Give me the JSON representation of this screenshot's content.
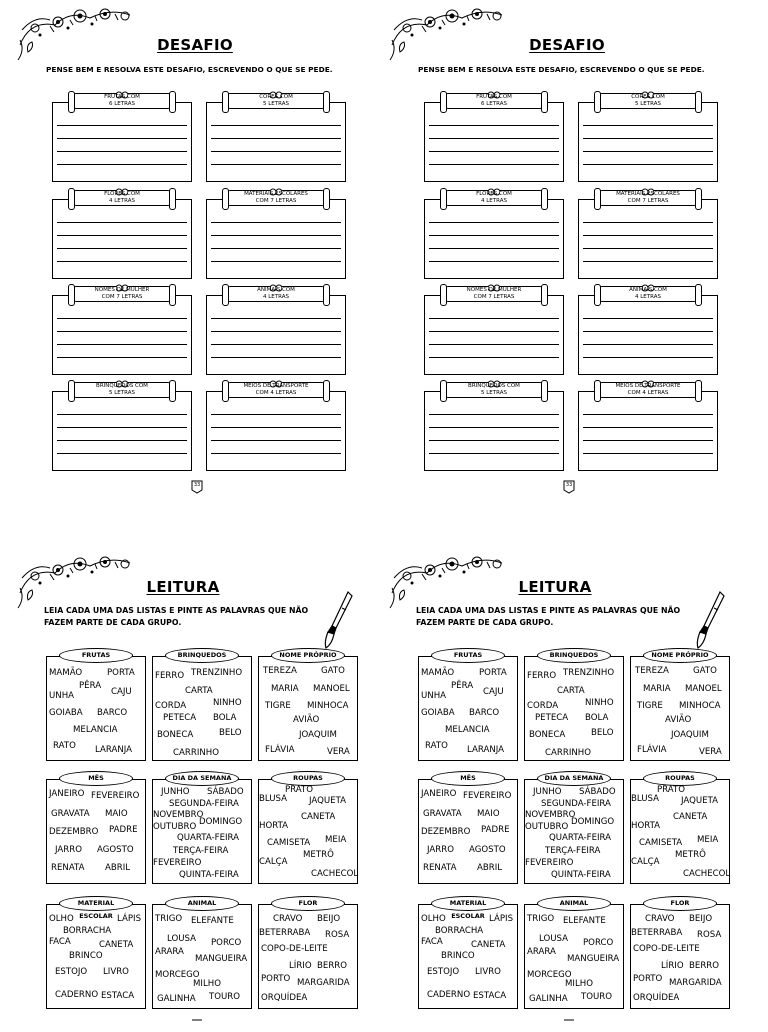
{
  "desafio": {
    "title": "DESAFIO",
    "instruction": "PENSE BEM E RESOLVA ESTE DESAFIO, ESCREVENDO O QUE SE PEDE.",
    "cards": [
      {
        "line1": "FRUTAS COM",
        "line2": "6 LETRAS"
      },
      {
        "line1": "CORES COM",
        "line2": "5 LETRAS"
      },
      {
        "line1": "FLORES COM",
        "line2": "4 LETRAS"
      },
      {
        "line1": "MATERIAIS ESCOLARES",
        "line2": "COM 7 LETRAS"
      },
      {
        "line1": "NOMES DE MULHER",
        "line2": "COM 7 LETRAS"
      },
      {
        "line1": "ANIMAIS COM",
        "line2": "4 LETRAS"
      },
      {
        "line1": "BRINQUEDOS COM",
        "line2": "5 LETRAS"
      },
      {
        "line1": "MEIOS DE TRANSPORTE",
        "line2": "COM 4 LETRAS"
      }
    ],
    "page_number": "33"
  },
  "leitura": {
    "title": "LEITURA",
    "instruction_line1": "LEIA CADA UMA DAS LISTAS E PINTE AS PALAVRAS QUE NÃO",
    "instruction_line2": "FAZEM PARTE DE CADA GRUPO.",
    "boxes": [
      {
        "label": "FRUTAS",
        "words": [
          "MAMÃO",
          "PORTA",
          "PÊRA",
          "CAJU",
          "UNHA",
          "GOIABA",
          "BARCO",
          "MELANCIA",
          "RATO",
          "LARANJA"
        ]
      },
      {
        "label": "BRINQUEDOS",
        "words": [
          "FERRO",
          "TRENZINHO",
          "CARTA",
          "CORDA",
          "NINHO",
          "PETECA",
          "BOLA",
          "BONECA",
          "BELO",
          "CARRINHO"
        ]
      },
      {
        "label": "NOME PRÓPRIO",
        "words": [
          "TEREZA",
          "GATO",
          "MARIA",
          "MANOEL",
          "TIGRE",
          "MINHOCA",
          "AVIÃO",
          "JOAQUIM",
          "FLÁVIA",
          "VERA"
        ]
      },
      {
        "label": "MÊS",
        "words": [
          "JANEIRO",
          "FEVEREIRO",
          "GRAVATA",
          "MAIO",
          "DEZEMBRO",
          "PADRE",
          "JARRO",
          "AGOSTO",
          "RENATA",
          "ABRIL"
        ]
      },
      {
        "label": "DIA DA SEMANA",
        "words": [
          "JUNHO",
          "SÁBADO",
          "SEGUNDA-FEIRA",
          "NOVEMBRO",
          "OUTUBRO",
          "DOMINGO",
          "QUARTA-FEIRA",
          "TERÇA-FEIRA",
          "FEVEREIRO",
          "QUINTA-FEIRA"
        ]
      },
      {
        "label": "ROUPAS",
        "words": [
          "PRATO",
          "BLUSA",
          "JAQUETA",
          "CANETA",
          "HORTA",
          "CAMISETA",
          "MEIA",
          "METRÔ",
          "CALÇA",
          "CACHECOL"
        ]
      },
      {
        "label": "MATERIAL ESCOLAR",
        "words": [
          "OLHO",
          "LÁPIS",
          "BORRACHA",
          "FACA",
          "CANETA",
          "BRINCO",
          "ESTOJO",
          "LIVRO",
          "CADERNO",
          "ESTACA"
        ]
      },
      {
        "label": "ANIMAL",
        "words": [
          "TRIGO",
          "ELEFANTE",
          "LOUSA",
          "PORCO",
          "ARARA",
          "MANGUEIRA",
          "MORCEGO",
          "MILHO",
          "GALINHA",
          "TOURO"
        ]
      },
      {
        "label": "FLOR",
        "words": [
          "CRAVO",
          "BEIJO",
          "BETERRABA",
          "ROSA",
          "COPO-DE-LEITE",
          "LÍRIO",
          "BERRO",
          "PORTO",
          "MARGARIDA",
          "ORQUÍDEA"
        ]
      }
    ]
  }
}
